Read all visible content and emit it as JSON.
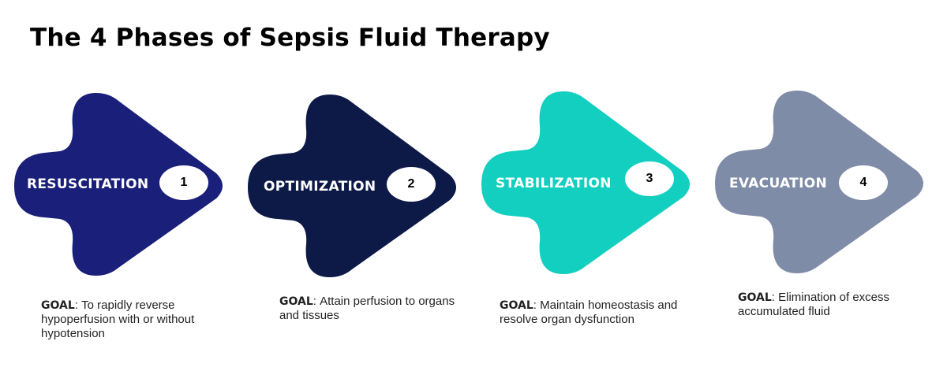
{
  "title": "The 4 Phases of Sepsis Fluid Therapy",
  "phases": [
    {
      "name": "RESUSCITATION",
      "number": "1",
      "color": "#1a1f7a",
      "goal_label": "GOAL",
      "goal_text": "To rapidly reverse hypoperfusion with or without hypotension"
    },
    {
      "name": "OPTIMIZATION",
      "number": "2",
      "color": "#0d1a47",
      "goal_label": "GOAL",
      "goal_text": "Attain perfusion to organs and tissues"
    },
    {
      "name": "STABILIZATION",
      "number": "3",
      "color": "#13cfc0",
      "goal_label": "GOAL",
      "goal_text": "Maintain homeostasis and resolve organ dysfunction"
    },
    {
      "name": "EVACUATION",
      "number": "4",
      "color": "#7f8ca8",
      "goal_label": "GOAL",
      "goal_text": "Elimination of excess accumulated fluid"
    }
  ]
}
